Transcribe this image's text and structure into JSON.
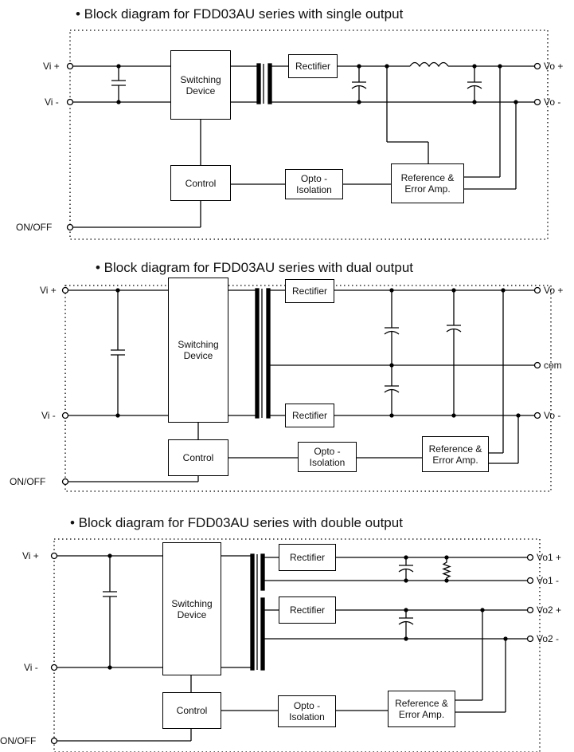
{
  "diagrams": [
    {
      "title": "• Block diagram for FDD03AU series with single output",
      "inputs": {
        "vi_plus": "Vi +",
        "vi_minus": "Vi -",
        "on_off": "ON/OFF"
      },
      "outputs": {
        "out1": "Vo +",
        "out2": "Vo -"
      },
      "blocks": {
        "switching": "Switching\nDevice",
        "rectifier": "Rectifier",
        "control": "Control",
        "opto": "Opto -\nIsolation",
        "reference": "Reference &\nError Amp."
      }
    },
    {
      "title": "• Block diagram for FDD03AU series with dual output",
      "inputs": {
        "vi_plus": "Vi +",
        "vi_minus": "Vi -",
        "on_off": "ON/OFF"
      },
      "outputs": {
        "out1": "Vo +",
        "out2": "com",
        "out3": "Vo -"
      },
      "blocks": {
        "switching": "Switching\nDevice",
        "rectifier1": "Rectifier",
        "rectifier2": "Rectifier",
        "control": "Control",
        "opto": "Opto -\nIsolation",
        "reference": "Reference &\nError Amp."
      }
    },
    {
      "title": "• Block diagram for FDD03AU series with double output",
      "inputs": {
        "vi_plus": "Vi +",
        "vi_minus": "Vi -",
        "on_off": "ON/OFF"
      },
      "outputs": {
        "out1": "Vo1 +",
        "out2": "Vo1 -",
        "out3": "Vo2 +",
        "out4": "Vo2 -"
      },
      "blocks": {
        "switching": "Switching\nDevice",
        "rectifier1": "Rectifier",
        "rectifier2": "Rectifier",
        "control": "Control",
        "opto": "Opto -\nIsolation",
        "reference": "Reference &\nError Amp."
      }
    }
  ]
}
